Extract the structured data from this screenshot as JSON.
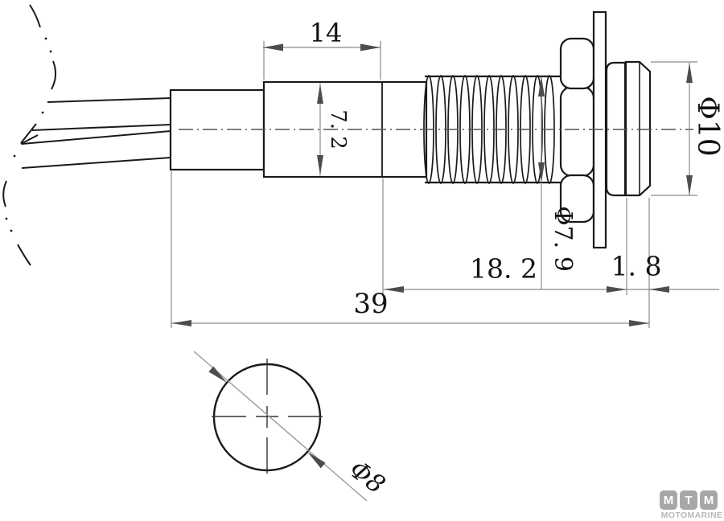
{
  "labels": {
    "body_length": "14",
    "body_height": "7. 2",
    "thread_diameter": "Φ7. 9",
    "head_diameter": "Φ10",
    "thread_length": "18. 2",
    "head_height": "1. 8",
    "total_length": "39",
    "hole_diameter": "Φ8"
  },
  "logo": {
    "letters": [
      "M",
      "T",
      "M"
    ],
    "subtitle": "MOTOMARINE"
  },
  "colors": {
    "outline": "#1a1a1a",
    "dim_line": "#8a8a8a",
    "arrow": "#4d4d4d",
    "text": "#141414",
    "centerline": "#555555",
    "logo_square": "#a7a7a7",
    "logo_text": "#ffffff",
    "logo_subtitle": "#b8b8b8",
    "background": "#ffffff"
  }
}
